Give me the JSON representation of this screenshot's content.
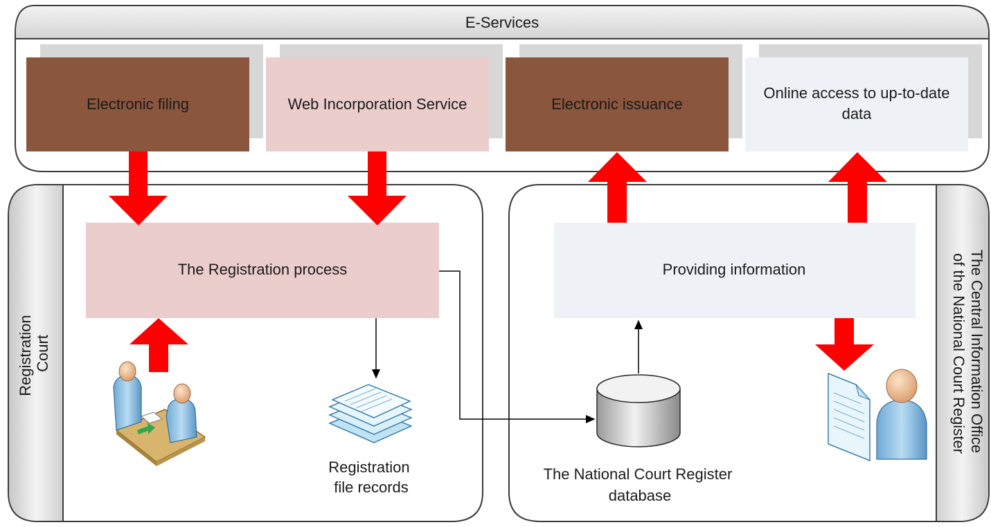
{
  "eservices": {
    "title": "E-Services",
    "items": [
      {
        "label_lines": [
          "Electronic filing"
        ]
      },
      {
        "label_lines": [
          "Web Incorporation Service"
        ]
      },
      {
        "label_lines": [
          "Electronic issuance"
        ]
      },
      {
        "label_lines": [
          "Online access to up-to-date",
          "data"
        ]
      }
    ]
  },
  "registration_court": {
    "side_label_lines": [
      "Registration",
      "Court"
    ],
    "process_label": "The Registration process",
    "records_label_lines": [
      "Registration",
      "file records"
    ]
  },
  "central_office": {
    "side_label_lines": [
      "The Central Information Office",
      "of the National Court Register"
    ],
    "providing_label": "Providing information",
    "database_label_lines": [
      "The National Court Register",
      "database"
    ]
  },
  "colors": {
    "brown": "#8b563e",
    "pink": "#ebcdcc",
    "light_blue": "#eef1f6",
    "arrow_red": "#ff0000",
    "shadow_gray": "#d7d7d7"
  }
}
